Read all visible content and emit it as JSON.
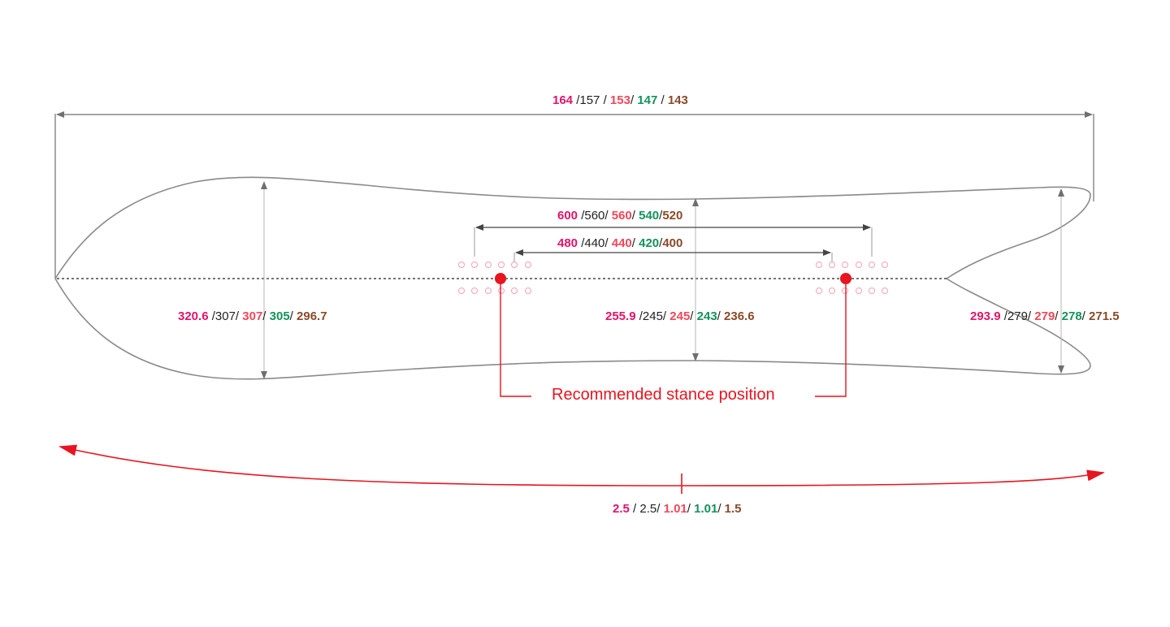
{
  "colors": {
    "size_164": "#e2136b",
    "size_157": "#222222",
    "size_153": "#f0475a",
    "size_147": "#13935b",
    "size_143": "#8a4a28",
    "outline": "#8a8a8a",
    "stance": "#e8141f",
    "insert_holes": "#f4a3b0"
  },
  "dimensions": {
    "length": {
      "values": [
        "164",
        "157",
        "153",
        "147",
        "143"
      ],
      "seps": [
        " /",
        " / ",
        "/ ",
        " / "
      ]
    },
    "outer_stance": {
      "values": [
        "600",
        "560",
        "560",
        "540",
        "520"
      ],
      "seps": [
        " /",
        "/ ",
        "/ ",
        "/"
      ]
    },
    "inner_stance": {
      "values": [
        "480",
        "440",
        "440",
        "420",
        "400"
      ],
      "seps": [
        " /",
        "/ ",
        "/ ",
        "/"
      ]
    },
    "nose_width": {
      "values": [
        "320.6",
        "307",
        "307",
        "305",
        "296.7"
      ],
      "seps": [
        " /",
        "/ ",
        "/ ",
        "/ "
      ]
    },
    "waist_width": {
      "values": [
        "255.9",
        "245",
        "245",
        "243",
        "236.6"
      ],
      "seps": [
        " /",
        "/ ",
        "/ ",
        "/ "
      ]
    },
    "tail_width": {
      "values": [
        "293.9",
        "279",
        "279",
        "278",
        "271.5"
      ],
      "seps": [
        " /",
        "/ ",
        "/ ",
        "/ "
      ]
    },
    "camber": {
      "values": [
        "2.5",
        "2.5",
        "1.01",
        "1.01",
        "1.5"
      ],
      "seps": [
        " / ",
        "/ ",
        "/ ",
        "/ "
      ]
    }
  },
  "stance_label": "Recommended stance position"
}
